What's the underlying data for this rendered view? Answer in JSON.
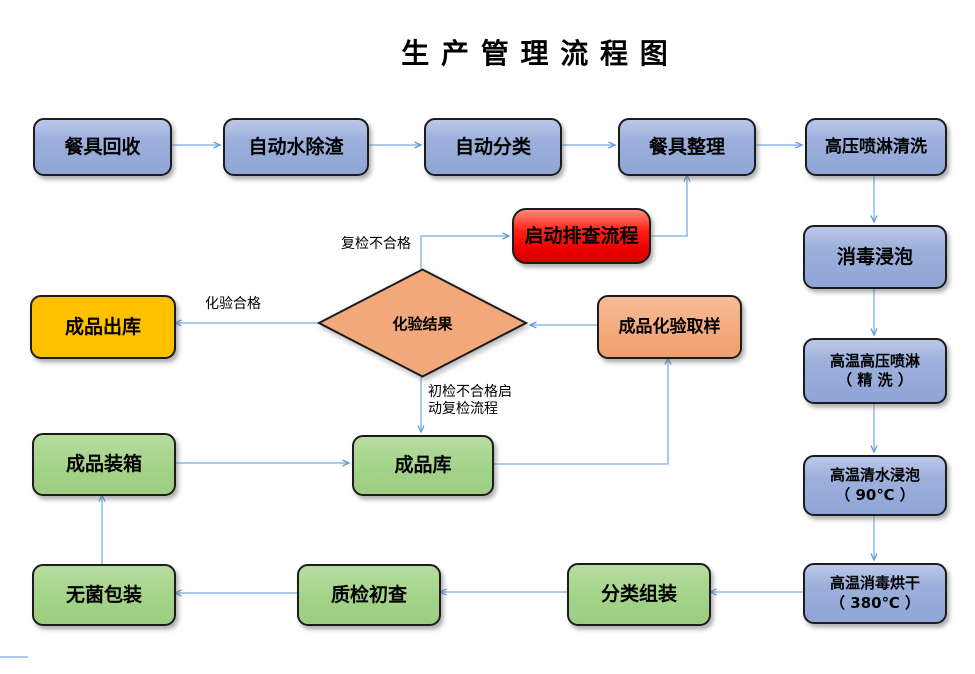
{
  "title": "生 产 管 理 流 程 图",
  "nodes": {
    "canju_huishou": {
      "label": "餐具回收"
    },
    "zidong_shuichuzha": {
      "label": "自动水除渣"
    },
    "zidong_fenlei": {
      "label": "自动分类"
    },
    "canju_zhengli": {
      "label": "餐具整理"
    },
    "gaoya_penlin_qingxi": {
      "label": "高压喷淋清洗"
    },
    "xiaodu_jinpao": {
      "label": "消毒浸泡"
    },
    "gaowen_gaoya_penlin": {
      "label": "高温高压喷淋\n（ 精  洗 ）"
    },
    "gaowen_qingshui_jinpao": {
      "label": "高温清水浸泡\n（ 90℃ ）"
    },
    "gaowen_xiaodu_honggan": {
      "label": "高温消毒烘干\n（ 380℃  ）"
    },
    "fenlei_zuzhuang": {
      "label": "分类组装"
    },
    "zhijian_chucha": {
      "label": "质检初查"
    },
    "wujun_baozhuang": {
      "label": "无菌包装"
    },
    "chengpin_zhuangxiang": {
      "label": "成品装箱"
    },
    "chengpin_ku": {
      "label": "成品库"
    },
    "chengpin_huayan_quyang": {
      "label": "成品化验取样"
    },
    "huayan_jieguo": {
      "label": "化验结果"
    },
    "chengpin_chuku": {
      "label": "成品出库"
    },
    "qidong_paicha": {
      "label": "启动排查流程"
    }
  },
  "edge_labels": {
    "huayan_hege": "化验合格",
    "fujian_buhege": "复检不合格",
    "chujian_buhege": "初检不合格启\n动复检流程"
  },
  "colors": {
    "process_blue": "#8FA5D5",
    "process_green": "#A2D287",
    "decision_orange": "#F3A87B",
    "outbound_yellow": "#FFC000",
    "alert_red": "#F20000",
    "connector_blue": "#8FB9E6"
  }
}
